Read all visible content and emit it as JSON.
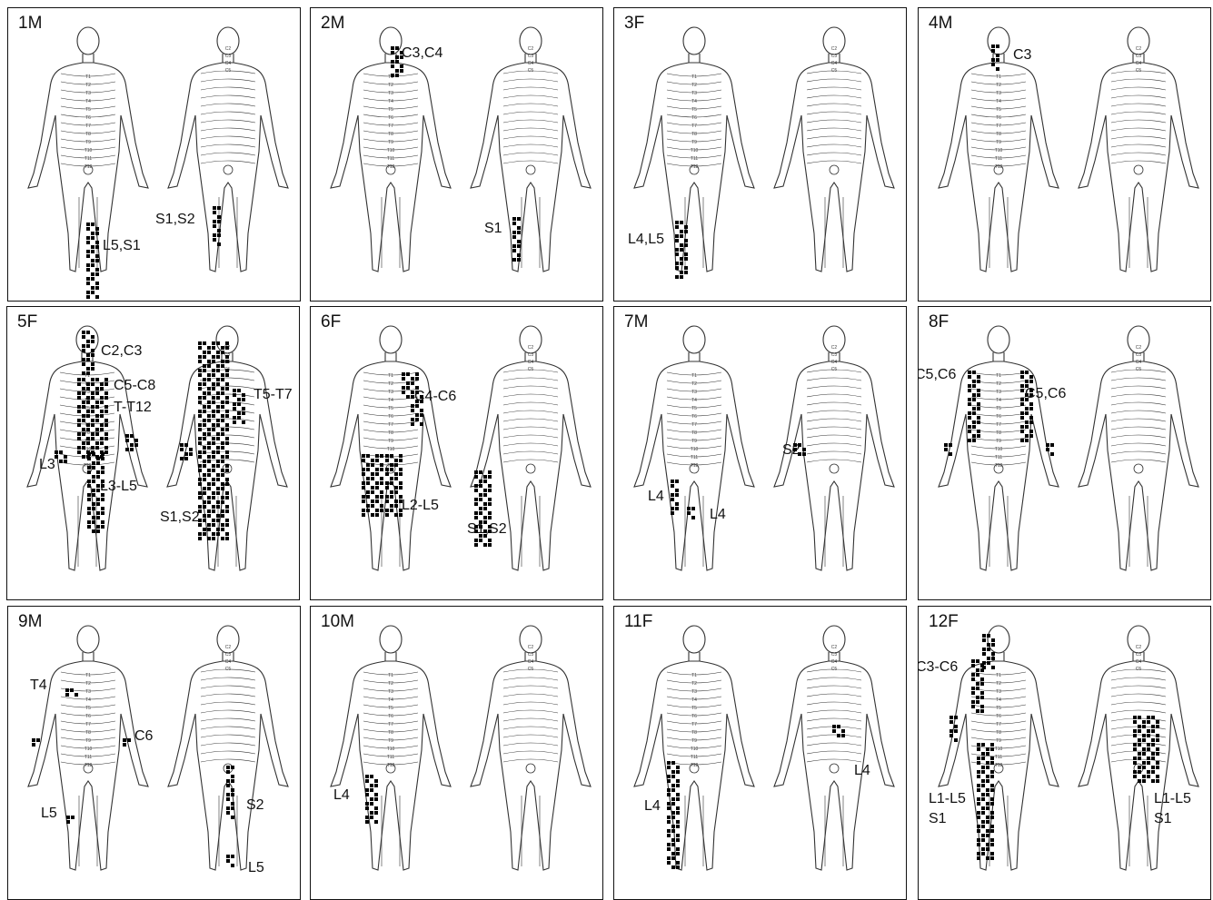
{
  "panels": [
    {
      "id": "1M",
      "labels": [
        "L5,S1",
        "S1,S2"
      ]
    },
    {
      "id": "2M",
      "labels": [
        "C3,C4",
        "S1"
      ]
    },
    {
      "id": "3F",
      "labels": [
        "L4,L5"
      ]
    },
    {
      "id": "4M",
      "labels": [
        "C3"
      ]
    },
    {
      "id": "5F",
      "labels": [
        "C2,C3",
        "C5-C8",
        "T-T12",
        "T5-T7",
        "L3",
        "L3-L5",
        "S1,S2"
      ]
    },
    {
      "id": "6F",
      "labels": [
        "C4-C6",
        "L2-L5",
        "S1,S2"
      ]
    },
    {
      "id": "7M",
      "labels": [
        "S2",
        "L4",
        "L4"
      ]
    },
    {
      "id": "8F",
      "labels": [
        "C5,C6",
        "C5,C6"
      ]
    },
    {
      "id": "9M",
      "labels": [
        "T4",
        "C6",
        "S2",
        "L5",
        "L5"
      ]
    },
    {
      "id": "10M",
      "labels": [
        "L4"
      ]
    },
    {
      "id": "11F",
      "labels": [
        "L4",
        "L4"
      ]
    },
    {
      "id": "12F",
      "labels": [
        "C3-C6",
        "L1-L5",
        "S1",
        "L1-L5",
        "S1"
      ]
    }
  ],
  "figure_text": {
    "front_levels": [
      "T1",
      "T2",
      "T3",
      "T4",
      "T5",
      "T6",
      "T7",
      "T8",
      "T9",
      "T10",
      "T11",
      "T12"
    ],
    "back_levels": [
      "C2",
      "C3",
      "C4",
      "C5"
    ],
    "misc": [
      "C2",
      "C3",
      "C4",
      "C6",
      "S1",
      "S2",
      "L1",
      "L2",
      "L3",
      "L4",
      "L5"
    ]
  },
  "colors": {
    "figure_stroke": "#333333",
    "fill": "#000000",
    "border": "#111111"
  }
}
